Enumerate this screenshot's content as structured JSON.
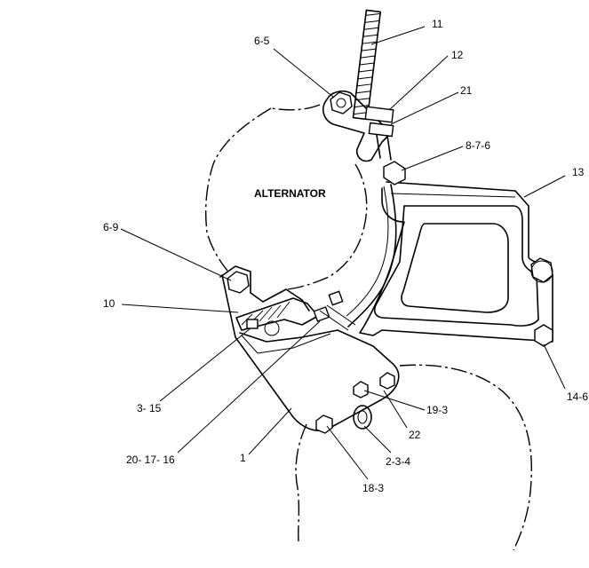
{
  "diagram": {
    "component_label": "ALTERNATOR",
    "callouts": [
      {
        "id": "c-11",
        "text": "11"
      },
      {
        "id": "c-12",
        "text": "12"
      },
      {
        "id": "c-21",
        "text": "21"
      },
      {
        "id": "c-6-5",
        "text": "6-5"
      },
      {
        "id": "c-8-7-6",
        "text": "8-7-6"
      },
      {
        "id": "c-13",
        "text": "13"
      },
      {
        "id": "c-6-9",
        "text": "6-9"
      },
      {
        "id": "c-10",
        "text": "10"
      },
      {
        "id": "c-3-15",
        "text": "3- 15"
      },
      {
        "id": "c-20-17-16",
        "text": "20- 17- 16"
      },
      {
        "id": "c-1",
        "text": "1"
      },
      {
        "id": "c-18-3",
        "text": "18-3"
      },
      {
        "id": "c-2-3-4",
        "text": "2-3-4"
      },
      {
        "id": "c-22",
        "text": "22"
      },
      {
        "id": "c-19-3",
        "text": "19-3"
      },
      {
        "id": "c-14-6",
        "text": "14-6"
      }
    ]
  }
}
